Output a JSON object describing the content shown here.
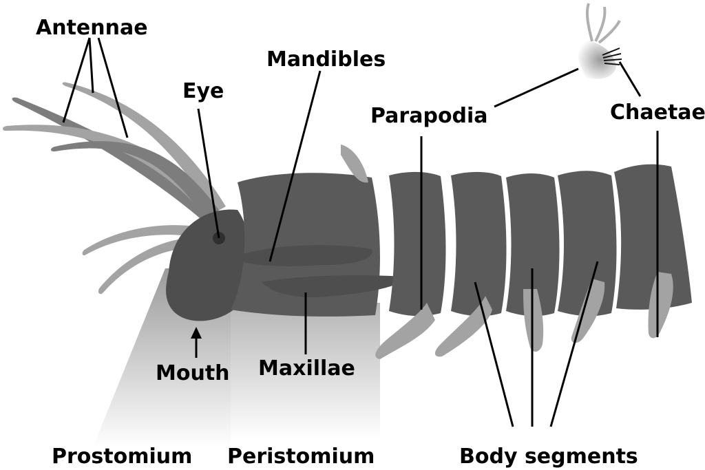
{
  "labels": {
    "antennae": "Antennae",
    "mandibles": "Mandibles",
    "eye": "Eye",
    "parapodia": "Parapodia",
    "chaetae": "Chaetae",
    "mouth": "Mouth",
    "maxillae": "Maxillae",
    "prostomium": "Prostomium",
    "peristomium": "Peristomium",
    "body_segments": "Body segments"
  },
  "colors": {
    "body": "#5a5a5a",
    "appendage": "#a3a3a3",
    "highlight": "#dcdcdc",
    "label": "#000000"
  }
}
